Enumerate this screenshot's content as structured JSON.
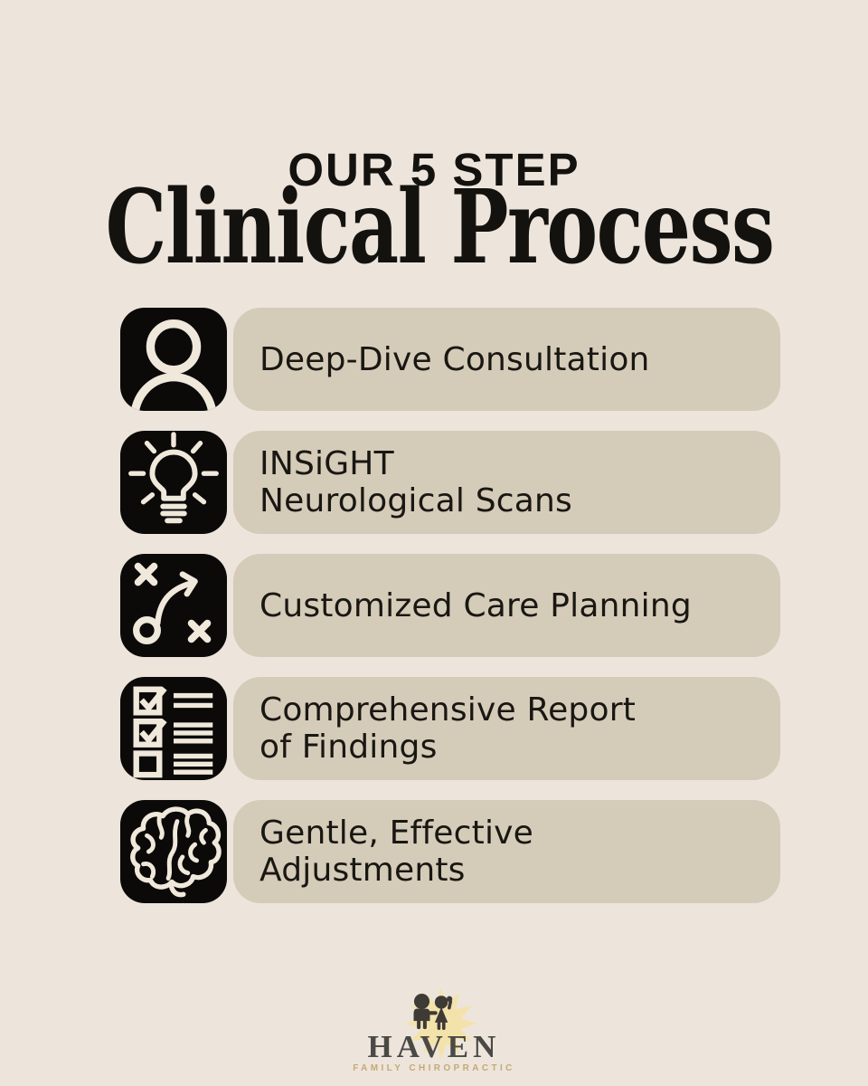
{
  "title": {
    "kicker": "OUR 5 STEP",
    "main": "Clinical Process"
  },
  "steps": [
    {
      "icon": "person-icon",
      "line1": "Deep-Dive Consultation"
    },
    {
      "icon": "lightbulb-icon",
      "line1": "INSiGHT",
      "line2": "Neurological Scans"
    },
    {
      "icon": "strategy-icon",
      "line1": "Customized Care Planning"
    },
    {
      "icon": "checklist-icon",
      "line1": "Comprehensive Report",
      "line2": "of Findings"
    },
    {
      "icon": "brain-icon",
      "line1": "Gentle, Effective",
      "line2": "Adjustments"
    }
  ],
  "logo": {
    "name": "HAVEN",
    "tagline": "FAMILY CHIROPRACTIC"
  },
  "colors": {
    "background": "#EDE5DC",
    "pill": "#D5CBB9",
    "icon_background": "#0B0A08",
    "icon_glyph": "#EFE8DB",
    "text": "#191712",
    "logo_name": "#4B4945",
    "logo_tagline": "#C6A973",
    "sunburst": "#F3E3AB",
    "kids_silhouette": "#3E3B36"
  }
}
